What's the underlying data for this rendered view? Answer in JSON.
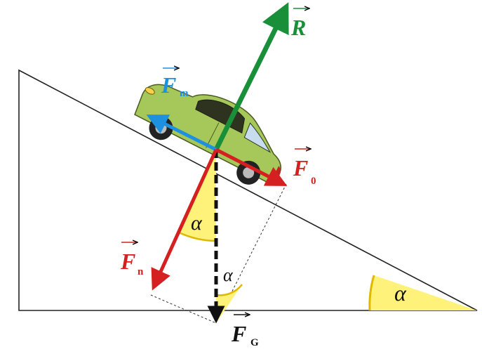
{
  "colors": {
    "resultant": "#1a8f3a",
    "friction": "#1e90e0",
    "components": "#d42020",
    "gravity": "#111111",
    "angle_fill": "#fff27a",
    "angle_stroke": "#e0b800",
    "car_body": "#a6c85a",
    "incline": "#222222"
  },
  "labels": {
    "resultant": {
      "symbol": "R",
      "sub": ""
    },
    "friction": {
      "symbol": "F",
      "sub": "m"
    },
    "parallel": {
      "symbol": "F",
      "sub": "0"
    },
    "normal": {
      "symbol": "F",
      "sub": "n"
    },
    "gravity": {
      "symbol": "F",
      "sub": "G"
    }
  },
  "angles": {
    "base": "α",
    "between_normal_and_gravity": "α",
    "lower": "α"
  },
  "icons": {
    "vector_arrow": "right-arrow-over-symbol",
    "car": "car-icon"
  }
}
